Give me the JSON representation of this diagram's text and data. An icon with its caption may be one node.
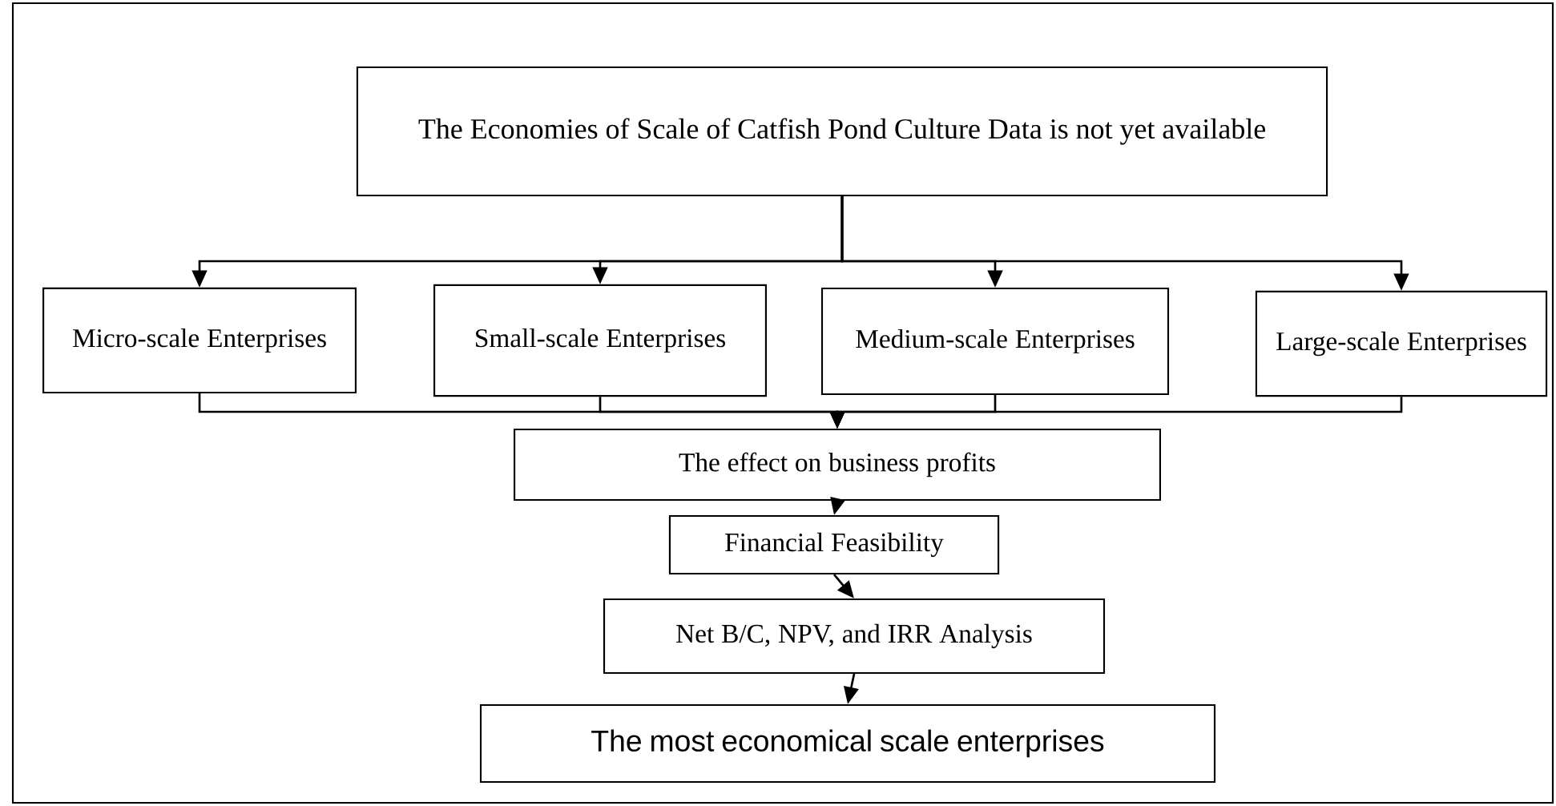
{
  "diagram": {
    "nodes": [
      {
        "text": [
          "The Economies of Scale of Catfish Pond Culture Data is not yet available"
        ]
      },
      {
        "text": [
          "Micro-scale Enterprises"
        ]
      },
      {
        "text": [
          "Small-scale Enterprises"
        ]
      },
      {
        "text": [
          "Medium-scale Enterprises"
        ]
      },
      {
        "text": [
          "Large-scale Enterprises"
        ]
      },
      {
        "text": [
          "The effect on business profits"
        ]
      },
      {
        "text": [
          "Financial Feasibility"
        ]
      },
      {
        "text": [
          "Net B/C, NPV, and IRR Analysis"
        ]
      },
      {
        "text": [
          "The most economical scale enterprises"
        ]
      }
    ],
    "edges": [
      {
        "from": 0,
        "to": 1,
        "arrow": "to"
      },
      {
        "from": 0,
        "to": 2,
        "arrow": "to"
      },
      {
        "from": 0,
        "to": 3,
        "arrow": "to"
      },
      {
        "from": 0,
        "to": 4,
        "arrow": "to"
      },
      {
        "from": 1,
        "to": 5,
        "arrow": "to"
      },
      {
        "from": 2,
        "to": 5,
        "arrow": "to"
      },
      {
        "from": 3,
        "to": 5,
        "arrow": "to"
      },
      {
        "from": 4,
        "to": 5,
        "arrow": "to"
      },
      {
        "from": 5,
        "to": 6,
        "arrow": "to"
      },
      {
        "from": 6,
        "to": 7,
        "arrow": "to"
      },
      {
        "from": 7,
        "to": 8,
        "arrow": "to"
      }
    ]
  }
}
